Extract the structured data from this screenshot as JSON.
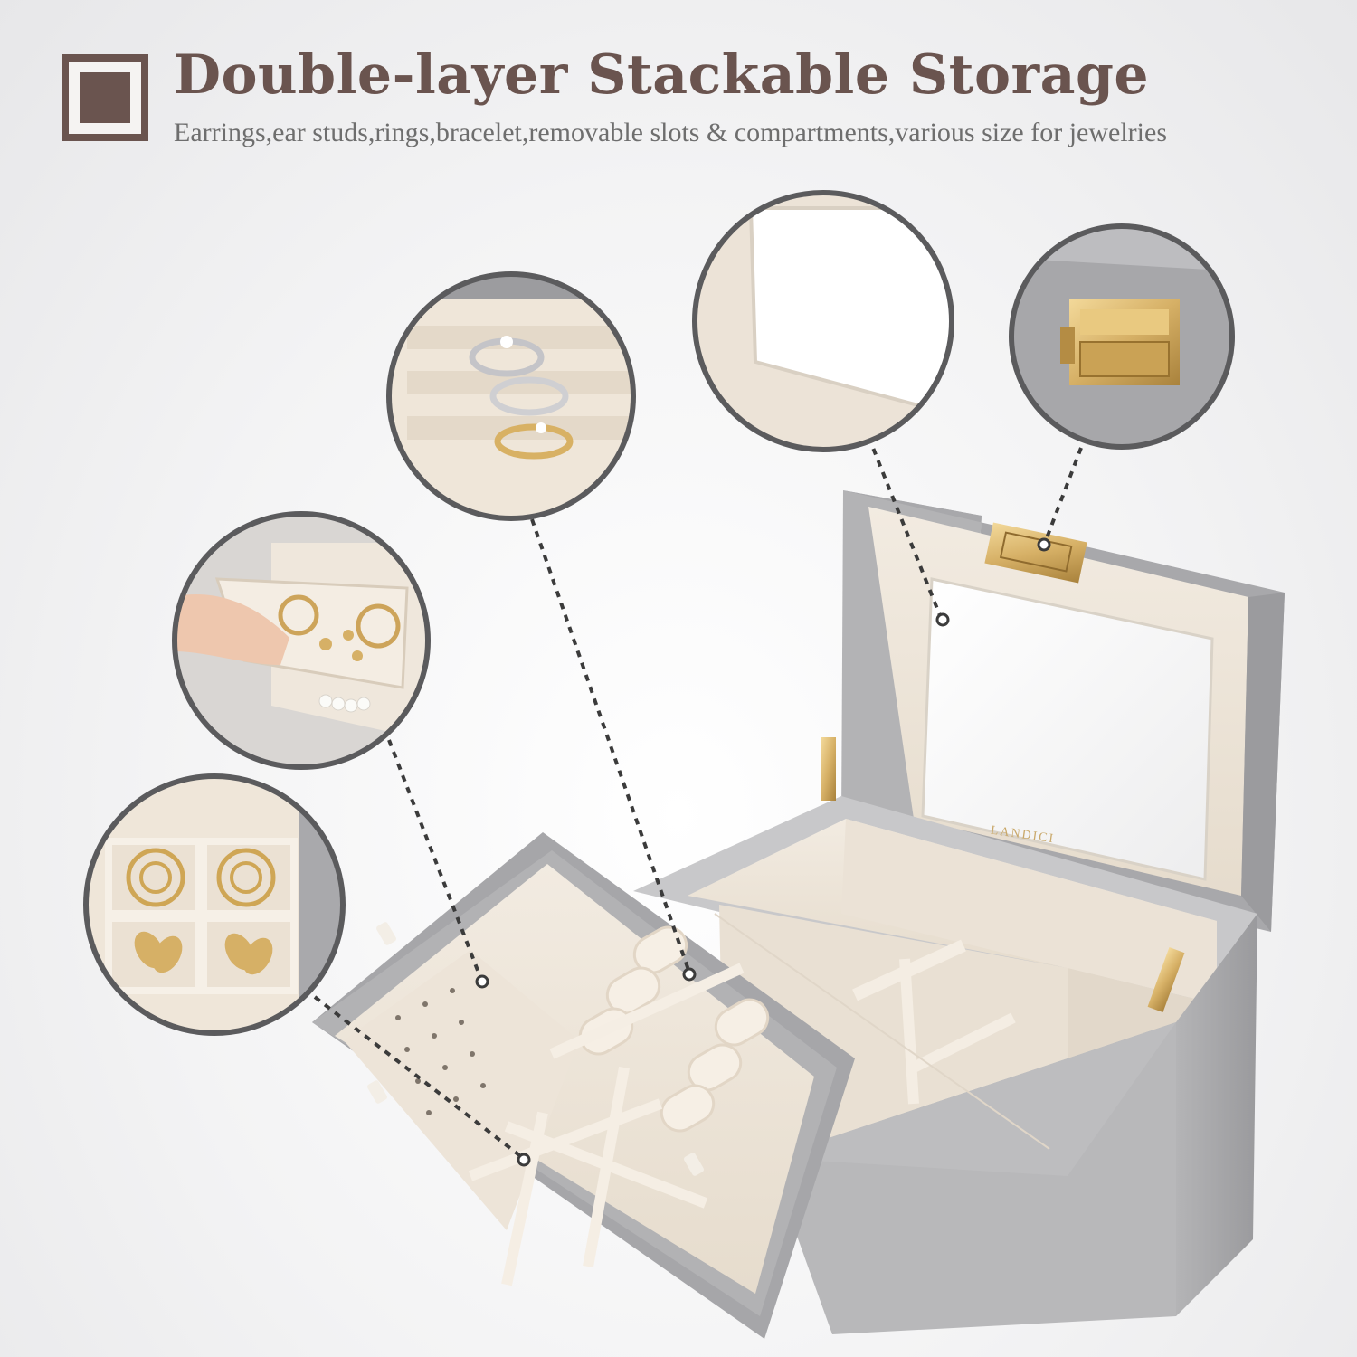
{
  "header": {
    "title": "Double-layer Stackable Storage",
    "subtitle": "Earrings,ear studs,rings,bracelet,removable slots & compartments,various size for jewelries"
  },
  "product": {
    "brand_mark": "LANDICI"
  },
  "callouts": [
    {
      "id": "rings",
      "icon": "ring-slots-closeup"
    },
    {
      "id": "mirror",
      "icon": "mirror-closeup"
    },
    {
      "id": "clasp",
      "icon": "gold-clasp-closeup"
    },
    {
      "id": "earring-tray",
      "icon": "removable-earring-tray-closeup"
    },
    {
      "id": "compartments",
      "icon": "compartment-earrings-closeup"
    }
  ],
  "colors": {
    "title": "#6a544f",
    "subtitle": "#6e6e6e",
    "box_grey": "#a9a9ab",
    "velvet": "#efe7dc",
    "gold": "#d6b066"
  }
}
